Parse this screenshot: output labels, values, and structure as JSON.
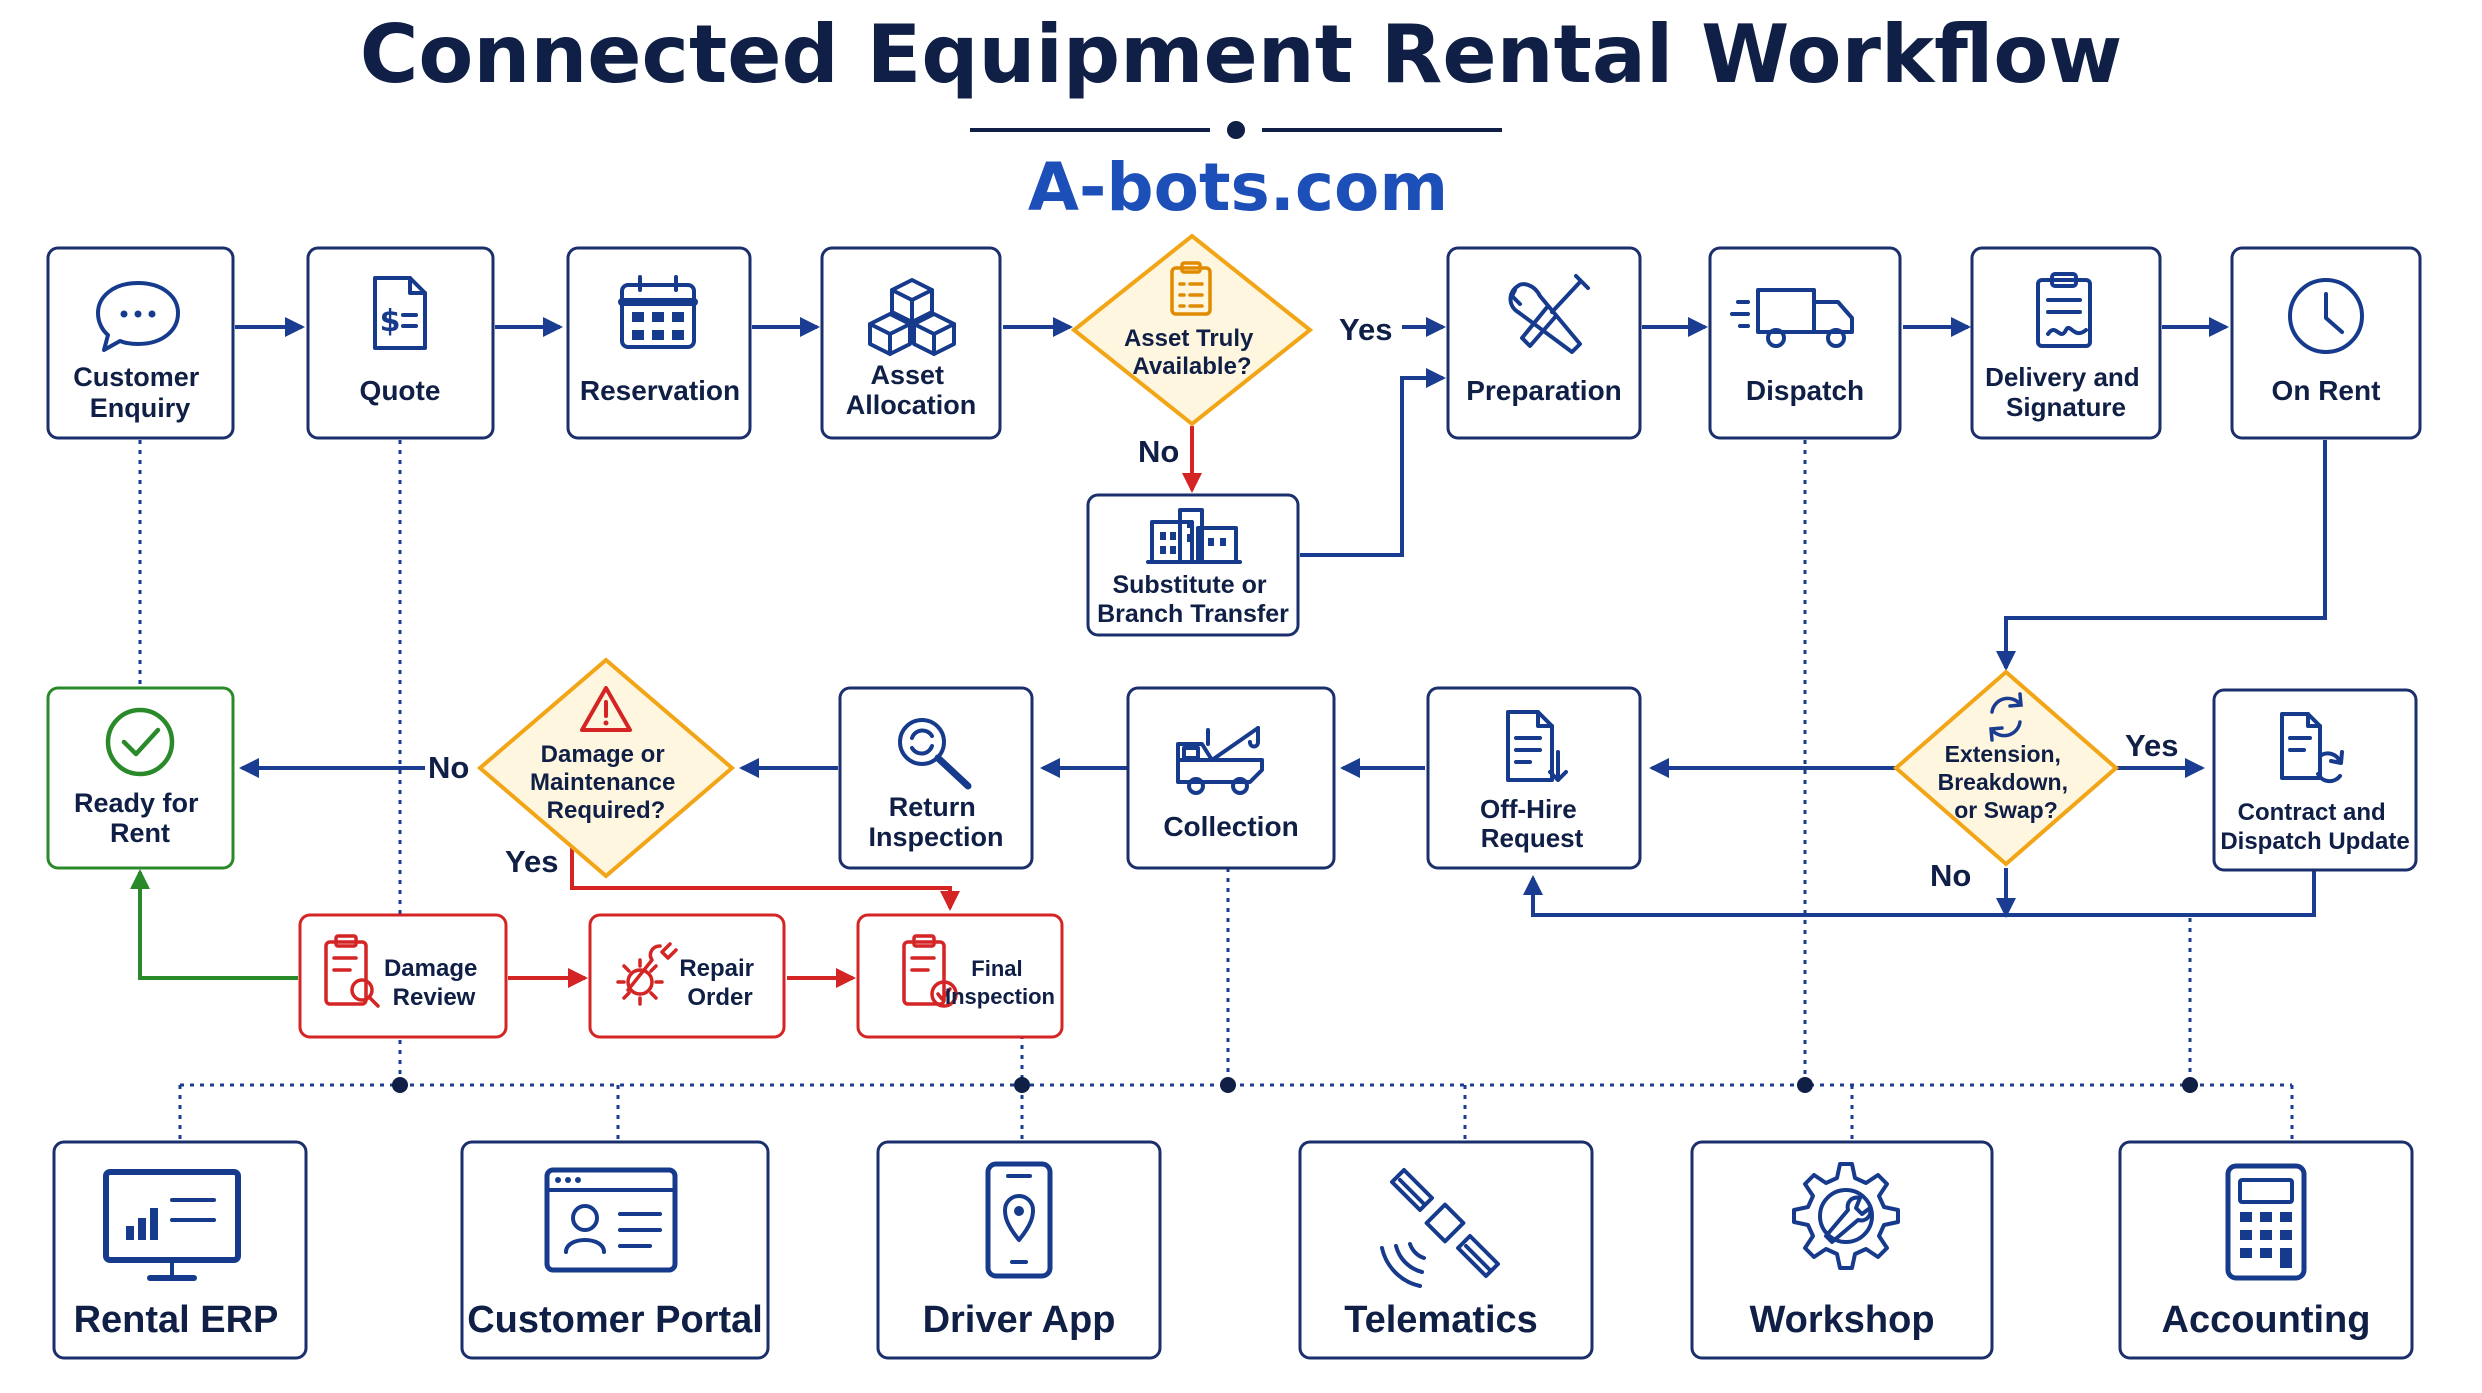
{
  "title": "Connected Equipment Rental Workflow",
  "subtitle": "A-bots.com",
  "colors": {
    "navy": "#0f1f45",
    "blue": "#1d4fb8",
    "flow": "#1a3d91",
    "decision": "#f2a516",
    "decision_fill": "#fff6df",
    "red": "#d42424",
    "green": "#2a8a2a"
  },
  "steps": {
    "customer_enquiry": {
      "label": [
        "Customer",
        "Enquiry"
      ],
      "icon": "chat-bubble-icon"
    },
    "quote": {
      "label": [
        "Quote"
      ],
      "icon": "invoice-dollar-icon"
    },
    "reservation": {
      "label": [
        "Reservation"
      ],
      "icon": "calendar-icon"
    },
    "asset_allocation": {
      "label": [
        "Asset",
        "Allocation"
      ],
      "icon": "cubes-icon"
    },
    "asset_available": {
      "label": [
        "Asset Truly",
        "Available?"
      ],
      "icon": "clipboard-checklist-icon"
    },
    "substitute": {
      "label": [
        "Substitute or",
        "Branch Transfer"
      ],
      "icon": "building-icon"
    },
    "preparation": {
      "label": [
        "Preparation"
      ],
      "icon": "wrench-screwdriver-icon"
    },
    "dispatch": {
      "label": [
        "Dispatch"
      ],
      "icon": "truck-icon"
    },
    "delivery": {
      "label": [
        "Delivery and",
        "Signature"
      ],
      "icon": "clipboard-signature-icon"
    },
    "on_rent": {
      "label": [
        "On Rent"
      ],
      "icon": "clock-icon"
    },
    "extension_decision": {
      "label": [
        "Extension,",
        "Breakdown,",
        "or Swap?"
      ],
      "icon": "refresh-icon"
    },
    "contract_update": {
      "label": [
        "Contract and",
        "Dispatch Update"
      ],
      "icon": "document-refresh-icon"
    },
    "off_hire": {
      "label": [
        "Off-Hire",
        "Request"
      ],
      "icon": "document-download-icon"
    },
    "collection": {
      "label": [
        "Collection"
      ],
      "icon": "tow-truck-icon"
    },
    "return_inspection": {
      "label": [
        "Return",
        "Inspection"
      ],
      "icon": "magnifier-icon"
    },
    "damage_decision": {
      "label": [
        "Damage or",
        "Maintenance",
        "Required?"
      ],
      "icon": "warning-icon"
    },
    "ready_for_rent": {
      "label": [
        "Ready for",
        "Rent"
      ],
      "icon": "check-circle-icon"
    },
    "damage_review": {
      "label": [
        "Damage",
        "Review"
      ],
      "icon": "clipboard-search-icon"
    },
    "repair_order": {
      "label": [
        "Repair",
        "Order"
      ],
      "icon": "gear-wrench-icon"
    },
    "final_inspection": {
      "label": [
        "Final",
        "Inspection"
      ],
      "icon": "clipboard-check-icon"
    }
  },
  "edge_labels": {
    "yes": "Yes",
    "no": "No"
  },
  "systems": [
    {
      "label": "Rental ERP",
      "icon": "monitor-chart-icon"
    },
    {
      "label": "Customer Portal",
      "icon": "browser-profile-icon"
    },
    {
      "label": "Driver App",
      "icon": "phone-pin-icon"
    },
    {
      "label": "Telematics",
      "icon": "satellite-icon"
    },
    {
      "label": "Workshop",
      "icon": "gear-wrench-icon"
    },
    {
      "label": "Accounting",
      "icon": "calculator-icon"
    }
  ]
}
